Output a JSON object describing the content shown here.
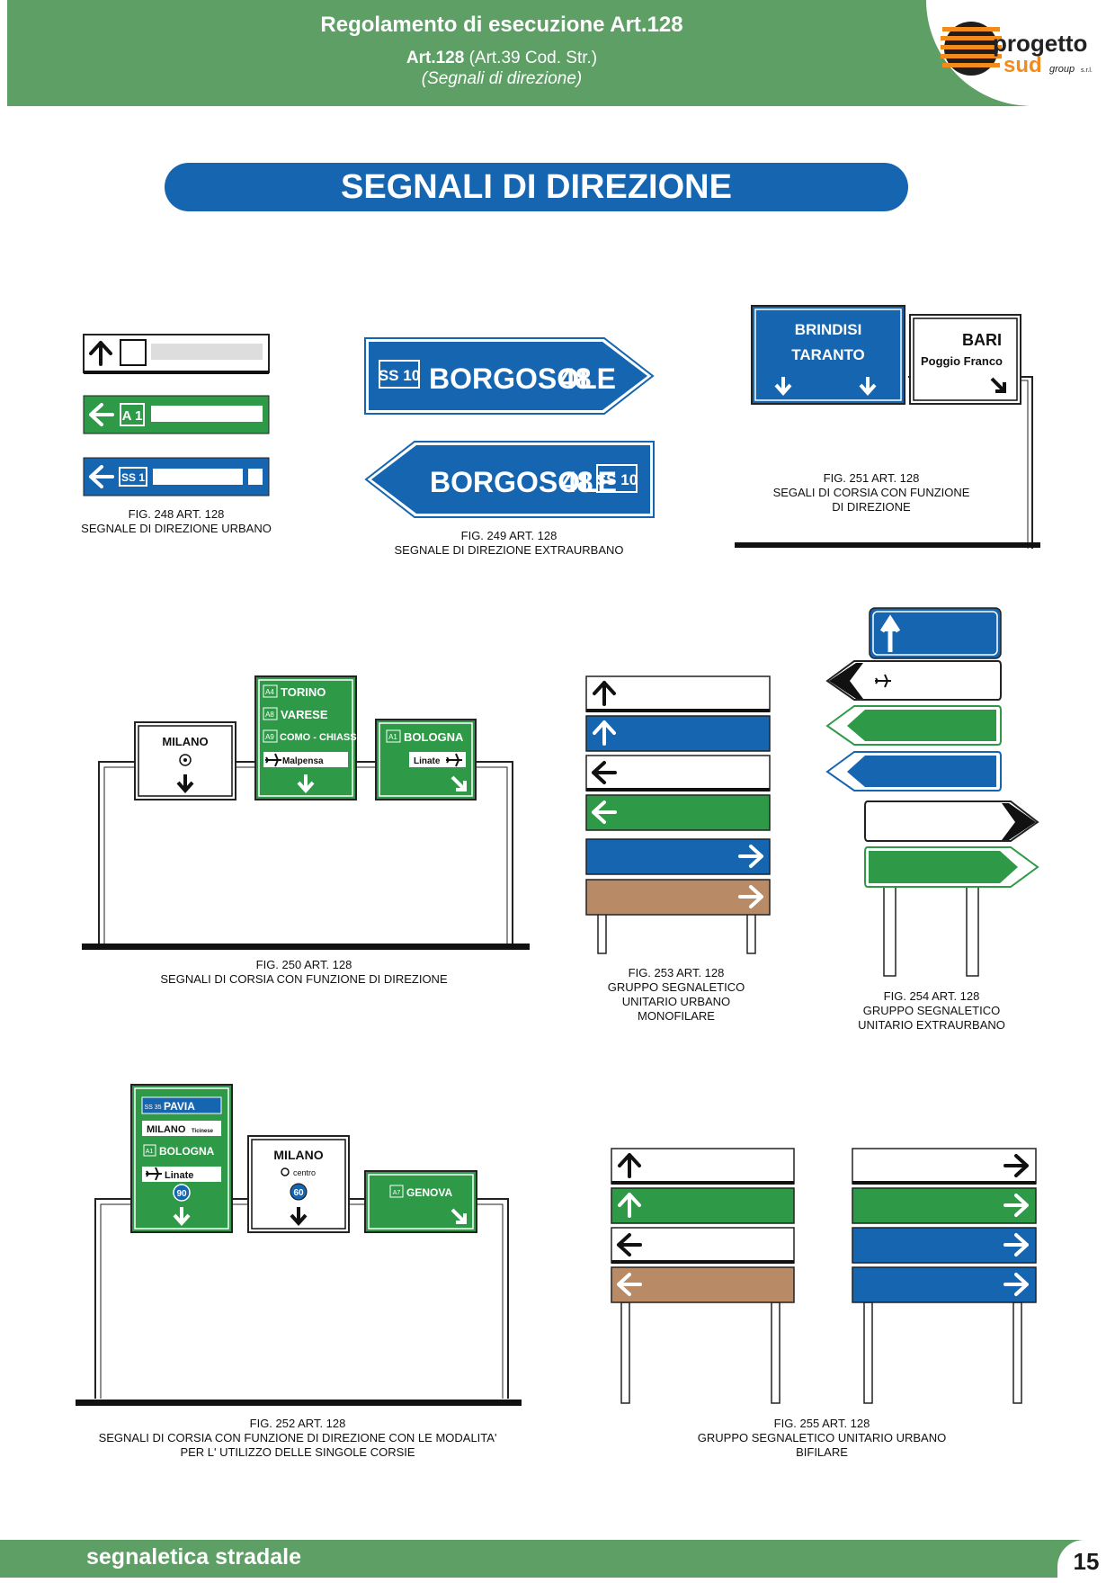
{
  "header": {
    "title": "Regolamento di esecuzione Art.128",
    "subtitle_bold": "Art.128",
    "subtitle_rest": " (Art.39 Cod. Str.)",
    "subtitle2": "(Segnali di direzione)",
    "logo": {
      "word1": "progetto",
      "word2": "sud",
      "word3": "group",
      "word4": "s.r.l."
    }
  },
  "banner": "SEGNALI DI DIREZIONE",
  "figures": {
    "fig248": {
      "caption": [
        "FIG. 248 ART. 128",
        "SEGNALE DI DIREZIONE URBANO"
      ],
      "labels": {
        "a1": "A 1",
        "ss1": "SS 1"
      }
    },
    "fig249": {
      "caption": [
        "FIG. 249 ART. 128",
        "SEGNALE DI DIREZIONE EXTRAURBANO"
      ],
      "labels": {
        "road": "SS 10",
        "place": "BORGOSOLE",
        "km": "48"
      }
    },
    "fig251": {
      "caption": [
        "FIG. 251 ART. 128",
        "SEGALI DI CORSIA CON FUNZIONE",
        "DI DIREZIONE"
      ],
      "labels": {
        "brindisi": "BRINDISI",
        "taranto": "TARANTO",
        "bari": "BARI",
        "poggio": "Poggio Franco"
      }
    },
    "fig250": {
      "caption": [
        "FIG. 250 ART. 128",
        "SEGNALI DI CORSIA CON FUNZIONE DI DIREZIONE"
      ],
      "labels": {
        "milano": "MILANO",
        "torino": "TORINO",
        "varese": "VARESE",
        "como": "COMO - CHIASSO",
        "malpensa": "Malpensa",
        "bologna": "BOLOGNA",
        "linate": "Linate",
        "a4": "A4",
        "a8": "A8",
        "a9": "A9",
        "a1": "A1"
      }
    },
    "fig253": {
      "caption": [
        "FIG. 253 ART. 128",
        "GRUPPO SEGNALETICO",
        "UNITARIO URBANO",
        "MONOFILARE"
      ]
    },
    "fig254": {
      "caption": [
        "FIG. 254 ART. 128",
        "GRUPPO SEGNALETICO",
        "UNITARIO EXTRAURBANO"
      ]
    },
    "fig252": {
      "caption": [
        "FIG. 252 ART. 128",
        "SEGNALI DI CORSIA CON FUNZIONE DI DIREZIONE CON LE MODALITA'",
        "PER L' UTILIZZO DELLE SINGOLE CORSIE"
      ],
      "labels": {
        "pavia": "PAVIA",
        "milano_t": "MILANO",
        "ticinese": "Ticinese",
        "bologna": "BOLOGNA",
        "linate": "Linate",
        "speed90": "90",
        "milano": "MILANO",
        "centro": "centro",
        "speed60": "60",
        "genova": "GENOVA",
        "a7": "A7",
        "a1": "A1",
        "ss": "SS 35"
      }
    },
    "fig255": {
      "caption": [
        "FIG. 255 ART. 128",
        "GRUPPO SEGNALETICO UNITARIO URBANO",
        "BIFILARE"
      ]
    }
  },
  "colors": {
    "green": "#2e9a47",
    "blue": "#1565b0",
    "brown": "#b98a66",
    "header": "#5e9f66"
  },
  "footer": {
    "text": "segnaletica stradale",
    "page": "15"
  }
}
